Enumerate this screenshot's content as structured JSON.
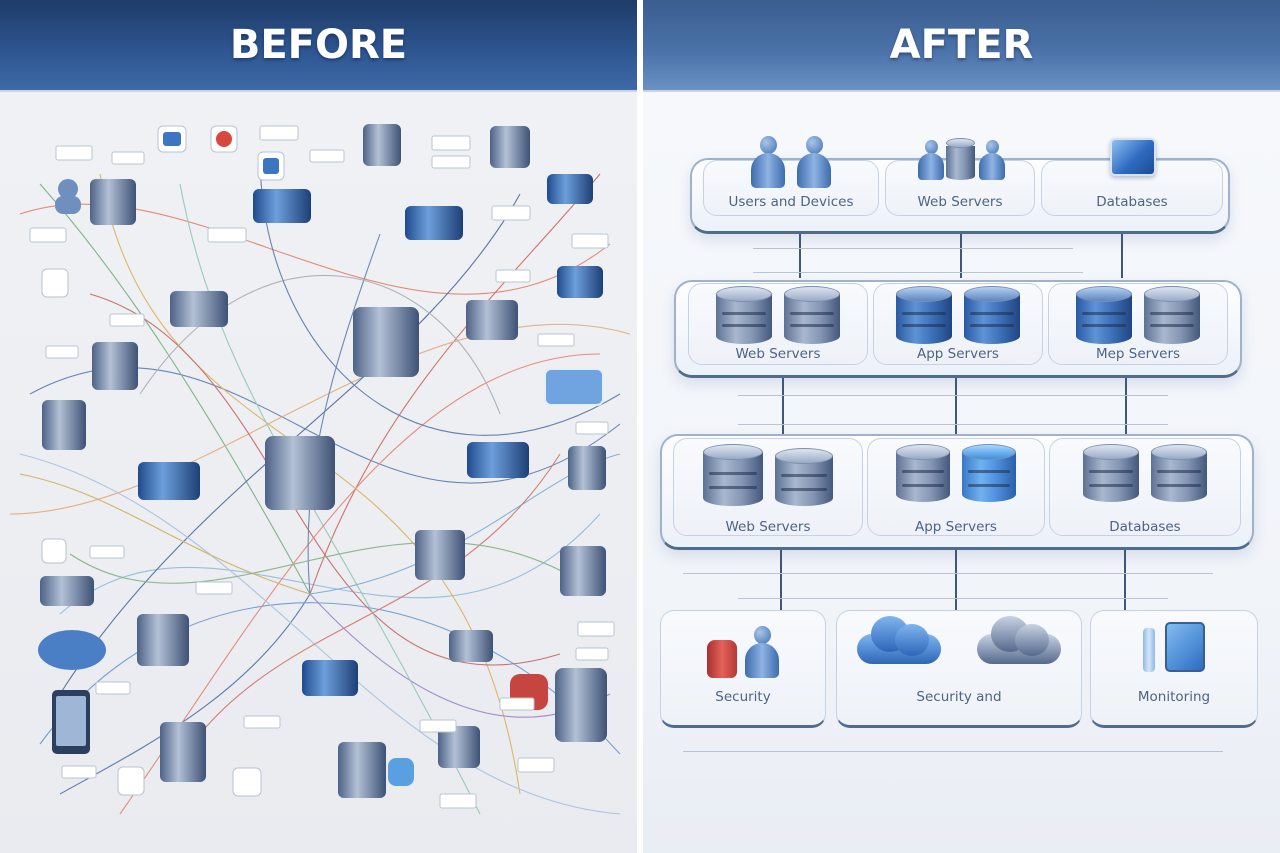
{
  "before": {
    "title": "BEFORE",
    "description": "Tangled spaghetti network of servers, devices and label tags with many crossing connections",
    "header_color": "#2d5590"
  },
  "after": {
    "title": "AFTER",
    "header_color": "#4a72a8",
    "tiers": [
      {
        "name": "tier-1",
        "cards": [
          {
            "label": "Users and Devices",
            "icon": "users-icon"
          },
          {
            "label": "Web Servers",
            "icon": "web-server-icon"
          },
          {
            "label": "Databases",
            "icon": "database-monitor-icon"
          }
        ]
      },
      {
        "name": "tier-2",
        "cards": [
          {
            "label": "Web Servers",
            "icon": "server-stack-icon"
          },
          {
            "label": "App Servers",
            "icon": "server-stack-icon"
          },
          {
            "label": "Mep Servers",
            "icon": "server-stack-icon"
          }
        ]
      },
      {
        "name": "tier-3",
        "cards": [
          {
            "label": "Web Servers",
            "icon": "server-stack-icon"
          },
          {
            "label": "App Servers",
            "icon": "server-stack-icon"
          },
          {
            "label": "Databases",
            "icon": "database-icon"
          }
        ]
      },
      {
        "name": "tier-4",
        "cards": [
          {
            "label": "Security",
            "icon": "security-icon"
          },
          {
            "label": "Security and",
            "icon": "cloud-icon"
          },
          {
            "label": "Monitoring",
            "icon": "monitoring-icon"
          }
        ]
      }
    ]
  },
  "colors": {
    "header_text": "#ffffff",
    "card_label": "#4d6485",
    "connector": "#3f5878",
    "tier_border": "#4f6b90"
  }
}
